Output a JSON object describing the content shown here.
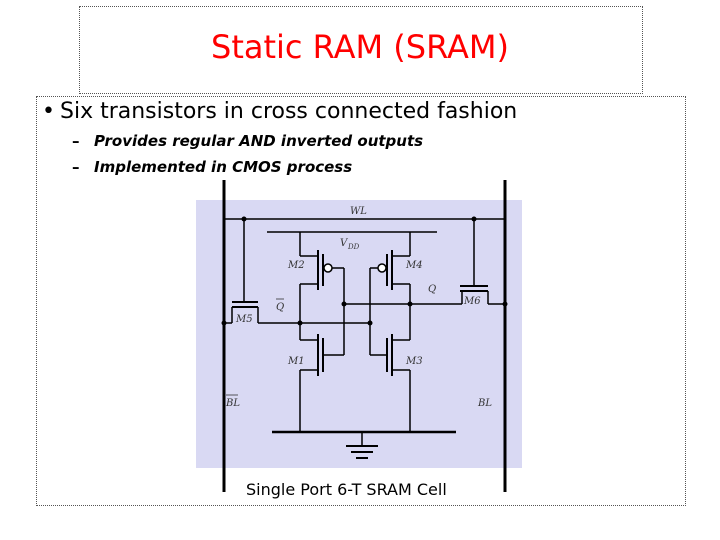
{
  "slide": {
    "title": "Static RAM (SRAM)",
    "bullet": "Six transistors in cross connected fashion",
    "sub_bullets": [
      "Provides regular AND inverted outputs",
      "Implemented in CMOS process"
    ],
    "caption": "Single Port 6-T SRAM Cell"
  },
  "diagram": {
    "labels": {
      "wl": "WL",
      "vdd": "V",
      "vdd_sub": "DD",
      "q": "Q",
      "qbar": "Q",
      "bl": "BL",
      "blbar": "BL",
      "m1": "M1",
      "m2": "M2",
      "m3": "M3",
      "m4": "M4",
      "m5": "M5",
      "m6": "M6"
    },
    "colors": {
      "title": "#ff0000",
      "background_panel": "#d9d9f3",
      "wire": "#000000"
    }
  }
}
